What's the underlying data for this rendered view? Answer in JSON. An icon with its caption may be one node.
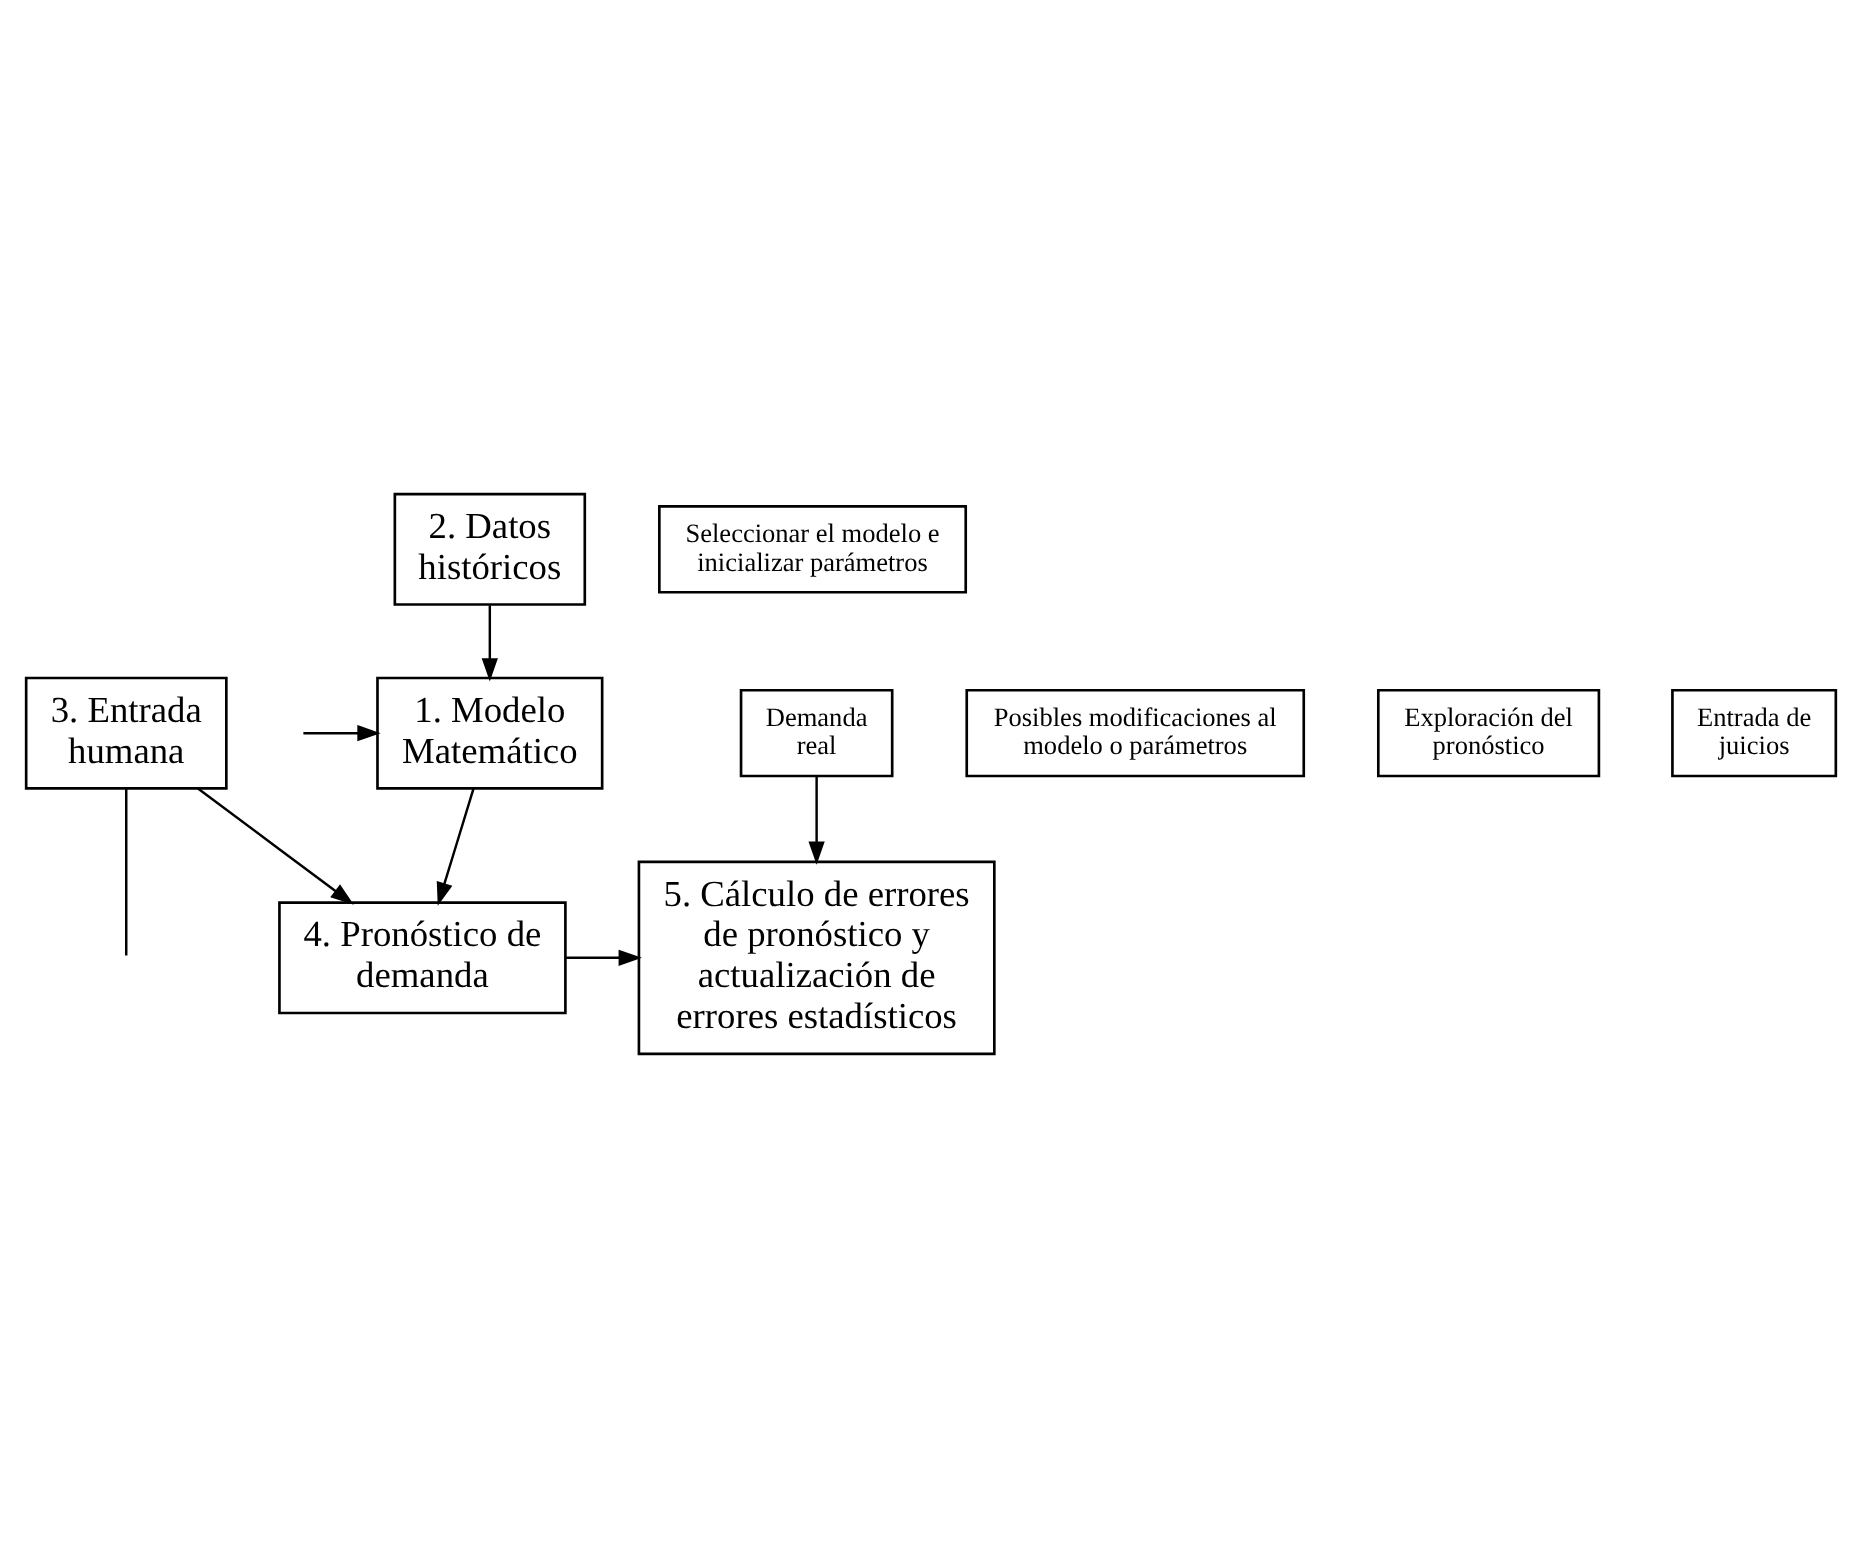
{
  "diagram": {
    "nodes": [
      {
        "text": [
          "2. Datos históricos"
        ]
      },
      {
        "text": [
          "Seleccionar el modelo e inicializar parámetros"
        ]
      },
      {
        "text": [
          "1. Modelo Matemático"
        ]
      },
      {
        "text": [
          "Posibles modificaciones al modelo o parámetros"
        ]
      },
      {
        "text": [
          "3. Entrada humana"
        ]
      },
      {
        "text": [
          "Exploración del pronóstico"
        ]
      },
      {
        "text": [
          "Entrada de juicios"
        ]
      },
      {
        "text": [
          "Demanda real"
        ]
      },
      {
        "text": [
          "4. Pronóstico de demanda"
        ]
      },
      {
        "text": [
          "5. Cálculo de errores de pronóstico y actualización de errores estadísticos"
        ]
      }
    ],
    "edges": [
      {
        "from": 0,
        "to": 2,
        "arrow": "to"
      },
      {
        "from": null,
        "to": 2,
        "arrow": "to"
      },
      {
        "from": 2,
        "to": 8,
        "arrow": "to"
      },
      {
        "from": 4,
        "to": 8,
        "arrow": "to"
      },
      {
        "from": 4,
        "to": null,
        "arrow": "none"
      },
      {
        "from": 7,
        "to": 9,
        "arrow": "to"
      },
      {
        "from": 8,
        "to": 9,
        "arrow": "to"
      }
    ]
  }
}
